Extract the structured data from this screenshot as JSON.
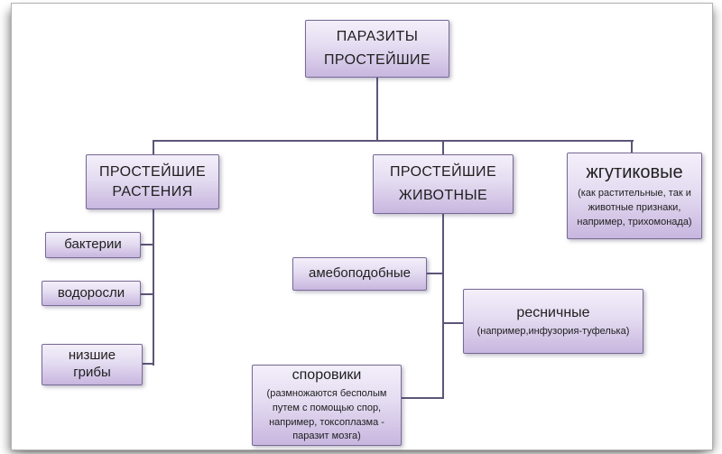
{
  "colors": {
    "box_border": "#776a95",
    "box_gradient_top": "#f3effa",
    "box_gradient_bottom": "#c8b6df",
    "connector_line": "#5e5578",
    "text": "#202020",
    "frame_border": "#b2b2b2"
  },
  "root": {
    "line1": "ПАРАЗИТЫ",
    "line2": "ПРОСТЕЙШИЕ"
  },
  "plants": {
    "line1": "ПРОСТЕЙШИЕ",
    "line2": "РАСТЕНИЯ"
  },
  "animals": {
    "line1": "ПРОСТЕЙШИЕ",
    "line2": "ЖИВОТНЫЕ"
  },
  "flagellates": {
    "title": "жгутиковые",
    "subtitle": "(как растительные, так и животные признаки, например, трихомонада)"
  },
  "bacteria": {
    "label": "бактерии"
  },
  "algae": {
    "label": "водоросли"
  },
  "fungi": {
    "line1": "низшие",
    "line2": "грибы"
  },
  "ameboid": {
    "label": "амебоподобные"
  },
  "ciliates": {
    "title": "ресничные",
    "subtitle": "(например,инфузория-туфелька)"
  },
  "sporozoans": {
    "title": "споровики",
    "subtitle": "(размножаются бесполым путем с помощью спор, например, токсоплазма - паразит мозга)"
  }
}
